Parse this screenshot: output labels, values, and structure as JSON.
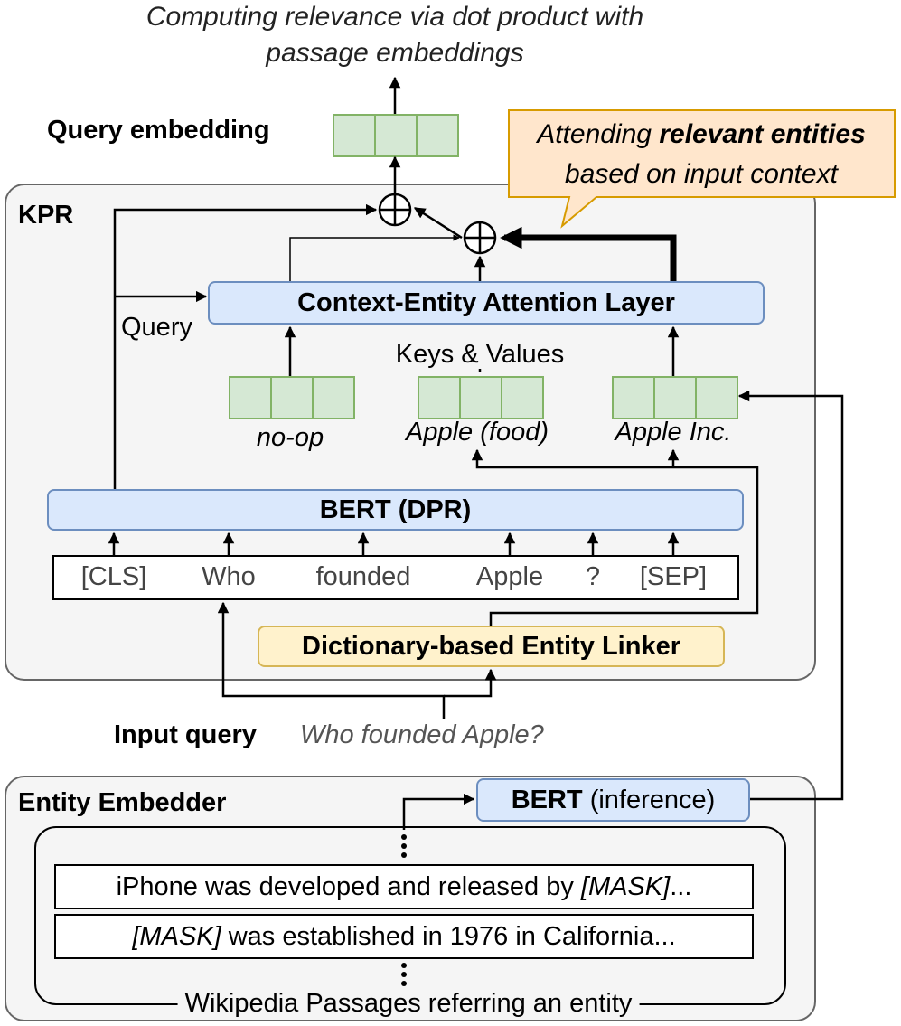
{
  "top_caption": {
    "line1": "Computing relevance via dot product with",
    "line2": "passage embeddings"
  },
  "query_embedding_label": "Query embedding",
  "callout": {
    "prefix": "Attending ",
    "bold": "relevant entities",
    "line2": "based on input context"
  },
  "kpr": {
    "title": "KPR",
    "attention_layer": "Context-Entity Attention Layer",
    "query_label": "Query",
    "keys_values_label": "Keys & Values",
    "entities": [
      {
        "label": "no-op"
      },
      {
        "label": "Apple (food)"
      },
      {
        "label": "Apple Inc."
      }
    ],
    "bert_dpr": "BERT (DPR)",
    "tokens": [
      "[CLS]",
      "Who",
      "founded",
      "Apple",
      "?",
      "[SEP]"
    ],
    "entity_linker": "Dictionary-based Entity Linker"
  },
  "input_query": {
    "label": "Input query",
    "text": "Who founded Apple?"
  },
  "entity_embedder": {
    "title": "Entity Embedder",
    "bert_bold": "BERT",
    "bert_rest": " (inference)",
    "passages": [
      {
        "text": "iPhone was developed and released by ",
        "mask": "[MASK]",
        "suffix": "..."
      },
      {
        "prefix_mask": "[MASK]",
        "text": " was established in 1976 in California..."
      }
    ],
    "passages_caption": "Wikipedia Passages referring an entity"
  },
  "colors": {
    "blue_fill": "#dae8fc",
    "blue_stroke": "#6c8ebf",
    "green_fill": "#d5e8d4",
    "green_stroke": "#82b366",
    "yellow_fill": "#fff2cc",
    "yellow_stroke": "#d6b656",
    "callout_fill": "#ffe6cc",
    "callout_stroke": "#d79b00",
    "region_fill": "#f5f5f5",
    "region_stroke": "#666666"
  }
}
